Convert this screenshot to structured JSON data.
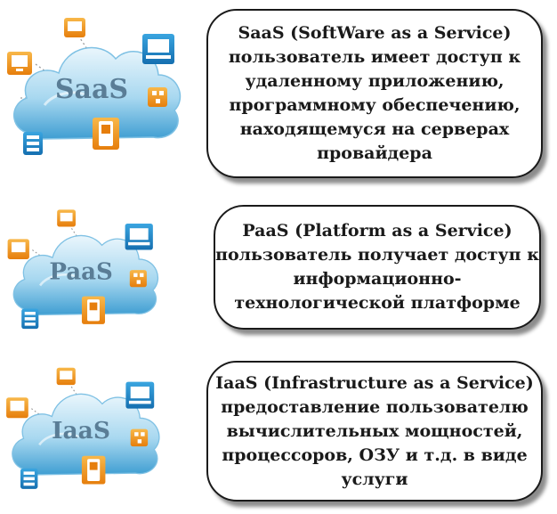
{
  "colors": {
    "cloud_light": "#e6f4fb",
    "cloud_mid": "#9dd3ee",
    "cloud_dark": "#3d9bd0",
    "cloud_label": "#5a7d96",
    "orange": "#f39c12",
    "blue": "#1c87c9",
    "box_border": "#1a1a1a",
    "box_text": "#1a1a1a"
  },
  "services": [
    {
      "cloud_label": "SaaS",
      "lines": [
        "SaaS (SoftWare as a Service)",
        "пользователь имеет доступ к",
        "удаленному приложению,",
        "программному обеспечению,",
        "находящемуся на серверах",
        "провайдера"
      ],
      "icons": [
        "monitor-icon",
        "laptop-icon",
        "phone-icon",
        "server-icon"
      ]
    },
    {
      "cloud_label": "PaaS",
      "lines": [
        "PaaS (Platform as a Service)",
        "пользователь получает доступ к",
        "информационно-",
        "технологической платформе"
      ],
      "icons": [
        "monitor-icon",
        "laptop-icon",
        "phone-icon",
        "server-icon"
      ]
    },
    {
      "cloud_label": "IaaS",
      "lines": [
        "IaaS (Infrastructure as a Service)",
        "предоставление пользователю",
        "вычислительных мощностей,",
        "процессоров, ОЗУ и т.д. в виде",
        "услуги"
      ],
      "icons": [
        "monitor-icon",
        "laptop-icon",
        "phone-icon",
        "server-icon"
      ]
    }
  ]
}
